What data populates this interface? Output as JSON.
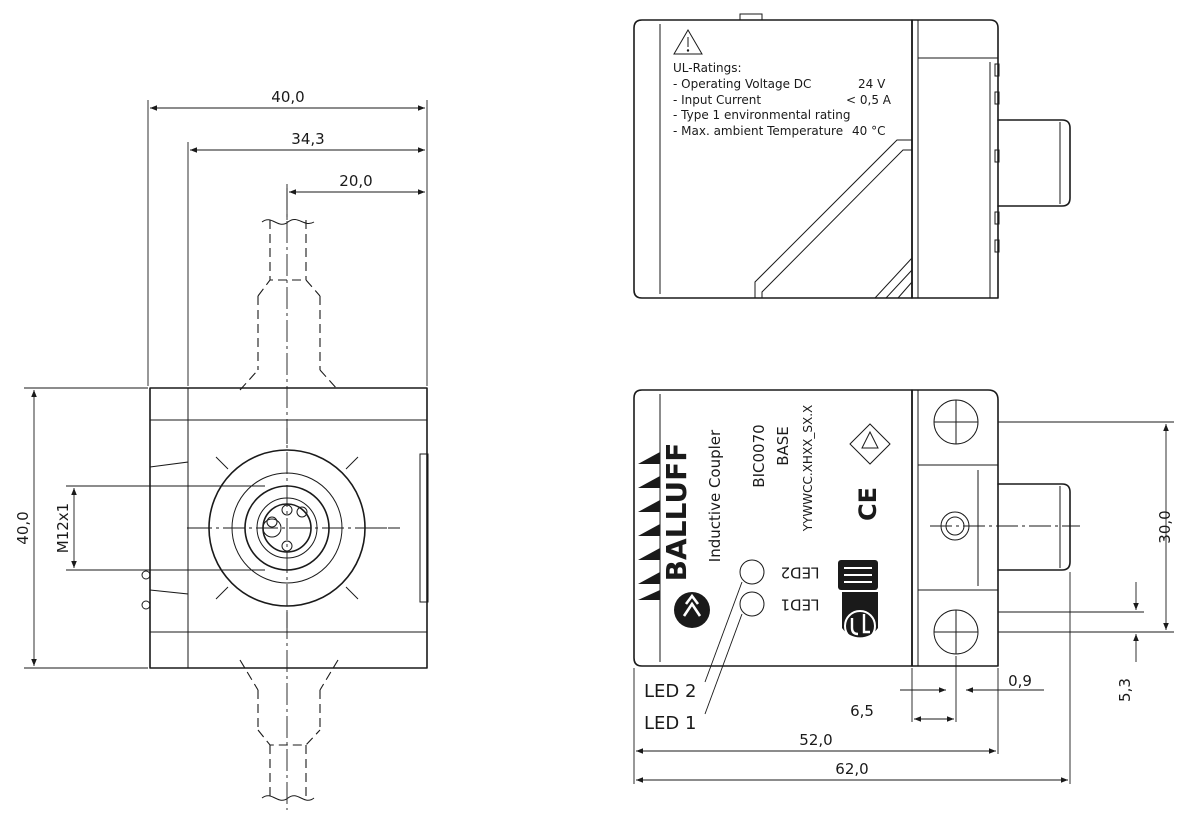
{
  "dimensions": {
    "front_width": "40,0",
    "front_body_width": "34,3",
    "front_half_width": "20,0",
    "front_height": "40,0",
    "thread": "M12x1",
    "top_mount_spacing": "30,0",
    "top_gap_small": "5,3",
    "top_offset": "0,9",
    "top_hole_offset": "6,5",
    "top_body_length": "52,0",
    "top_total_length": "62,0"
  },
  "ul_ratings": {
    "title": "UL-Ratings:",
    "rows": [
      {
        "label": "- Operating Voltage DC",
        "value": "24 V"
      },
      {
        "label": "- Input Current",
        "value": "< 0,5 A"
      },
      {
        "label": "- Type 1 environmental rating",
        "value": ""
      },
      {
        "label": "- Max. ambient Temperature",
        "value": "40 °C"
      }
    ]
  },
  "label_plate": {
    "brand": "BALLUFF",
    "product_type": "Inductive Coupler",
    "model": "BIC0070",
    "variant": "BASE",
    "code": "YYWWCC.XHXX_SX.X",
    "ce_mark": "CE",
    "led_labels": [
      "LED2",
      "LED1"
    ]
  },
  "callouts": {
    "led2": "LED 2",
    "led1": "LED 1"
  }
}
